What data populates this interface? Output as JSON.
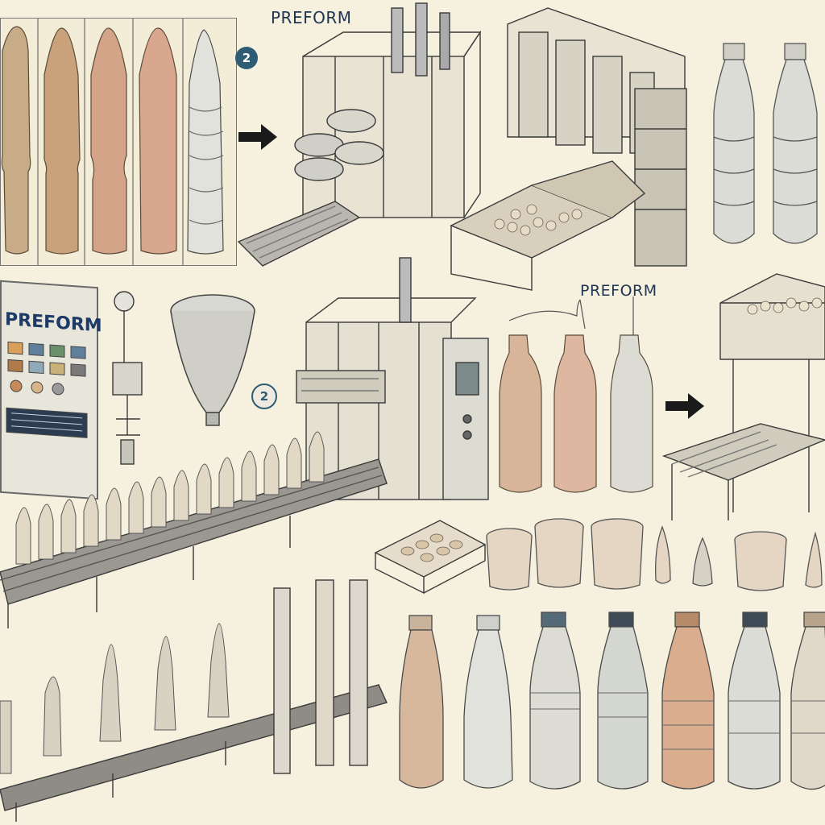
{
  "labels": {
    "preform_top": "PREFORM",
    "preform_mid": "PREFORM",
    "preform_sign": "PREFORM",
    "step_badge_top": "2",
    "step_badge_mid": "2"
  },
  "colors": {
    "background": "#f6f1de",
    "preform_bronze": "#c9a17a",
    "preform_pink": "#d9ae96",
    "clear_plastic": "#d8dcd6",
    "machine_gray": "#9a9a94",
    "ink": "#3a3a3a",
    "badge_blue": "#2d5c74",
    "arrow": "#1a1a1a"
  },
  "icons": [
    "right-arrow-icon",
    "funnel-icon",
    "conveyor-icon",
    "bottle-icon",
    "preform-icon",
    "cap-icon",
    "control-panel-icon"
  ]
}
